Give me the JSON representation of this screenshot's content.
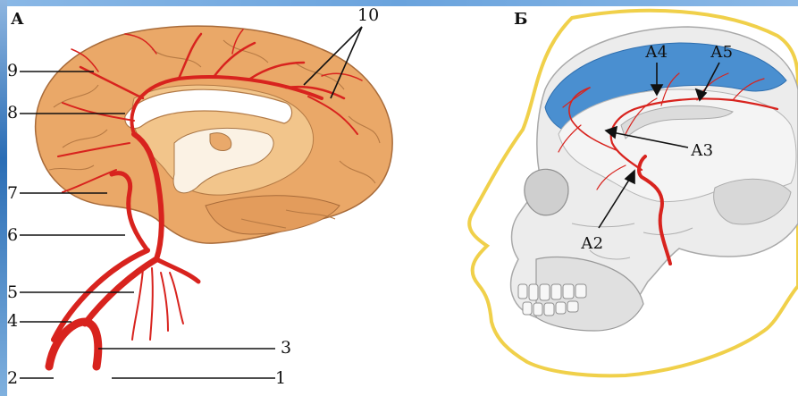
{
  "panel_a": {
    "title": "А",
    "labels": [
      "1",
      "2",
      "3",
      "4",
      "5",
      "6",
      "7",
      "8",
      "9",
      "10"
    ]
  },
  "panel_b": {
    "title": "Б",
    "labels": [
      "А2",
      "А3",
      "А4",
      "А5"
    ]
  },
  "colors": {
    "artery": "#d8231e",
    "brain": "#e9a96b",
    "brain_light": "#f3c98f",
    "skull": "#e9e9e9",
    "skin_outline": "#f0d04a",
    "csf_blue": "#4a8fd0"
  }
}
